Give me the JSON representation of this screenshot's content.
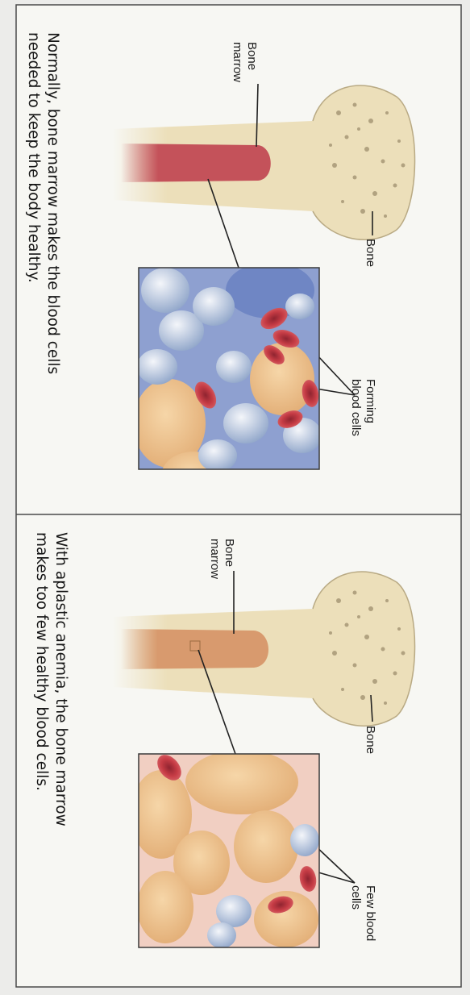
{
  "panels": [
    {
      "bone_label": "Bone",
      "marrow_label_line1": "Bone",
      "marrow_label_line2": "marrow",
      "cells_label_line1": "Forming",
      "cells_label_line2": "blood cells",
      "caption_line1": "Normally, bone marrow makes the blood cells",
      "caption_line2": "needed to keep the body healthy."
    },
    {
      "bone_label": "Bone",
      "marrow_label_line1": "Bone",
      "marrow_label_line2": "marrow",
      "cells_label_line1": "Few blood",
      "cells_label_line2": "cells",
      "caption_line1": "With aplastic anemia, the bone marrow",
      "caption_line2": "makes too few healthy blood cells."
    }
  ],
  "colors": {
    "bone": "#ecdfba",
    "marrow_normal": "#c4525a",
    "marrow_aplastic": "#d89a6e",
    "red_cell": "#c83d45",
    "white_cell": "#c6d3e6",
    "fat_cell": "#f0c690"
  }
}
